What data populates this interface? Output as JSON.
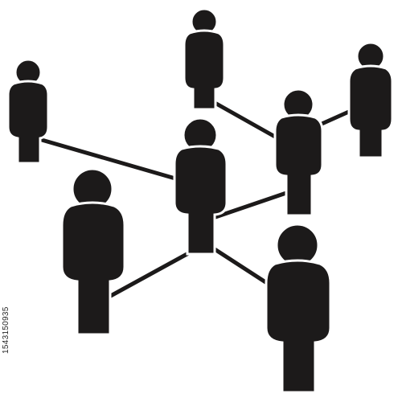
{
  "image": {
    "kind": "icon-illustration",
    "icon": "people-network-icon",
    "people_count": 7,
    "connection_count": 6,
    "colors": {
      "figure": "#1c1a1a",
      "line": "#1c1a1a",
      "background": "#ffffff"
    }
  },
  "stock_id": "1543150935"
}
